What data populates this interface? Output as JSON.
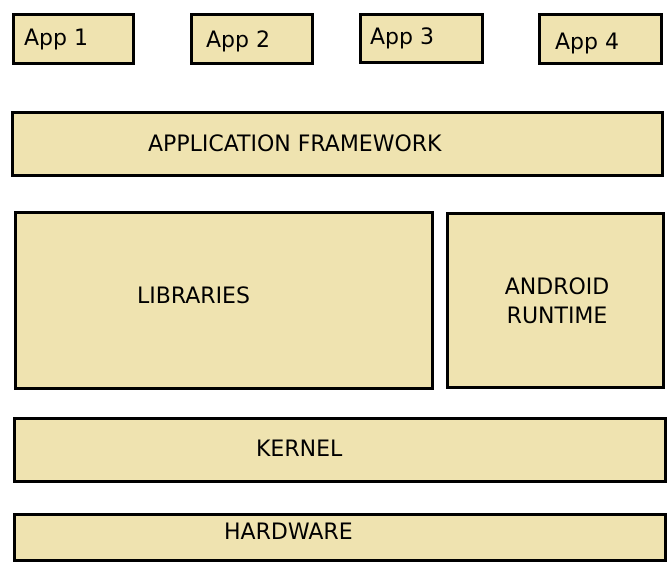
{
  "colors": {
    "box_fill": "#efe3b0",
    "box_border": "#000000",
    "text": "#000000",
    "background": "#ffffff"
  },
  "apps": [
    {
      "label": "App 1"
    },
    {
      "label": "App 2"
    },
    {
      "label": "App 3"
    },
    {
      "label": "App 4"
    }
  ],
  "application_framework": {
    "label": "APPLICATION FRAMEWORK"
  },
  "libraries": {
    "label": "LIBRARIES"
  },
  "android_runtime": {
    "line1": "ANDROID",
    "line2": "RUNTIME"
  },
  "kernel": {
    "label": "KERNEL"
  },
  "hardware": {
    "label": "HARDWARE"
  }
}
